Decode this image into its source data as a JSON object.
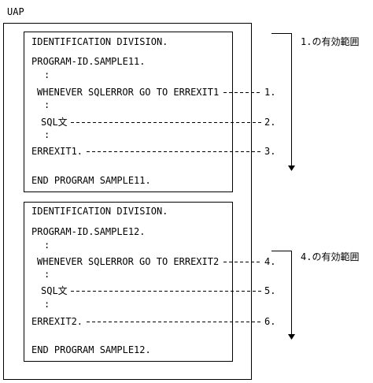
{
  "uap_label": "UAP",
  "program1": {
    "identification": "IDENTIFICATION DIVISION.",
    "program_id": "PROGRAM-ID.SAMPLE11.",
    "colon1": ":",
    "whenever": "WHENEVER SQLERROR GO TO ERREXIT1",
    "colon2": ":",
    "sql": "SQL文",
    "colon3": ":",
    "errexit": "ERREXIT1.",
    "end": "END PROGRAM SAMPLE11."
  },
  "program2": {
    "identification": "IDENTIFICATION DIVISION.",
    "program_id": "PROGRAM-ID.SAMPLE12.",
    "colon1": ":",
    "whenever": "WHENEVER SQLERROR GO TO ERREXIT2",
    "colon2": ":",
    "sql": "SQL文",
    "colon3": ":",
    "errexit": "ERREXIT2.",
    "end": "END PROGRAM SAMPLE12."
  },
  "markers": {
    "m1": "1.",
    "m2": "2.",
    "m3": "3.",
    "m4": "4.",
    "m5": "5.",
    "m6": "6."
  },
  "scope_labels": {
    "scope1": "1.の有効範囲",
    "scope2": "4.の有効範囲"
  }
}
